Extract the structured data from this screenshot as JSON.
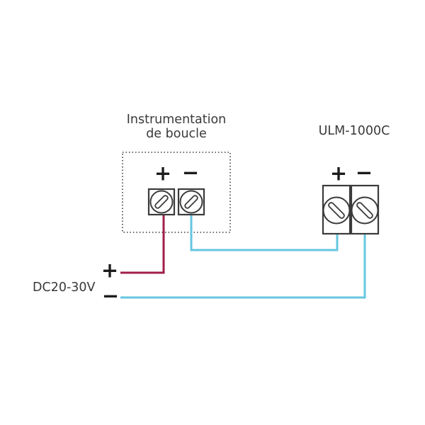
{
  "colors": {
    "positive_wire": "#a01e4c",
    "negative_wire": "#66c6e0",
    "outline": "#3b3b3b",
    "text": "#3a3a3a"
  },
  "loop_instrument": {
    "title_line1": "Instrumentation",
    "title_line2": "de boucle",
    "terminals": {
      "positive_label": "+",
      "negative_label": "−"
    }
  },
  "ulm": {
    "title": "ULM-1000C",
    "terminals": {
      "positive_label": "+",
      "negative_label": "−"
    }
  },
  "power_supply": {
    "label": "DC20-30V",
    "positive_label": "+",
    "negative_label": "−"
  }
}
